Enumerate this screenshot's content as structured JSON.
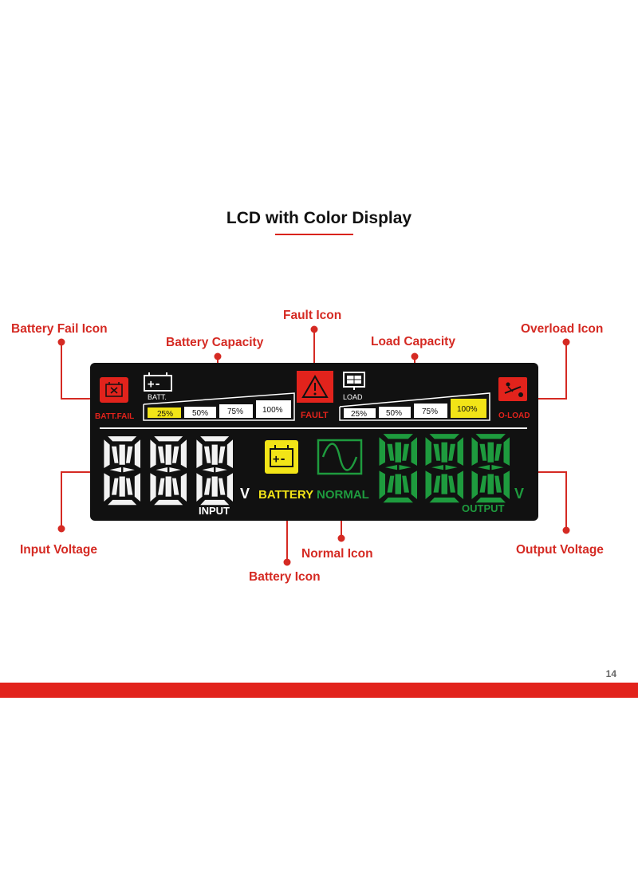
{
  "title": "LCD with Color Display",
  "callouts": {
    "battery_fail": "Battery Fail Icon",
    "battery_capacity": "Battery Capacity",
    "fault": "Fault Icon",
    "load_capacity": "Load Capacity",
    "overload": "Overload Icon",
    "input_voltage": "Input Voltage",
    "battery_icon": "Battery Icon",
    "normal": "Normal Icon",
    "output_voltage": "Output Voltage"
  },
  "lcd": {
    "batt_fail_label": "BATT.FAIL",
    "batt_label": "BATT.",
    "battery_levels": [
      "25%",
      "50%",
      "75%",
      "100%"
    ],
    "battery_active_level": "25%",
    "fault_label": "FAULT",
    "load_label": "LOAD",
    "load_levels": [
      "25%",
      "50%",
      "75%",
      "100%"
    ],
    "load_active_level": "100%",
    "overload_label": "O-LOAD",
    "input_digits": "888",
    "input_unit": "V",
    "input_label": "INPUT",
    "battery_mode_label": "BATTERY",
    "normal_mode_label": "NORMAL",
    "output_digits": "888",
    "output_unit": "V",
    "output_label": "OUTPUT"
  },
  "colors": {
    "accent_red": "#e2231c",
    "callout_red": "#d52a23",
    "lcd_background": "#111111",
    "input_segments": "#ffffff",
    "output_segments": "#1e9b3e",
    "battery_yellow": "#f2e417",
    "level_yellow": "#f2e417"
  },
  "page_number": "14"
}
